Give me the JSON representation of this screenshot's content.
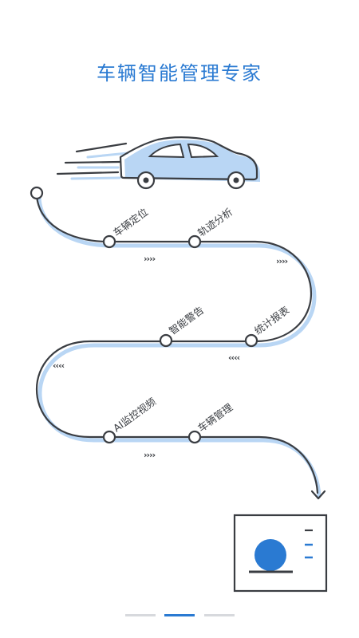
{
  "title": "车辆智能管理专家",
  "steps": [
    {
      "id": "vehicle-location",
      "label": "车辆定位"
    },
    {
      "id": "track-analysis",
      "label": "轨迹分析"
    },
    {
      "id": "statistics-report",
      "label": "统计报表"
    },
    {
      "id": "smart-alert",
      "label": "智能警告"
    },
    {
      "id": "ai-video-monitor",
      "label": "AI监控视频"
    },
    {
      "id": "vehicle-management",
      "label": "车辆管理"
    }
  ],
  "direction_markers": {
    "right": "››››",
    "left": "‹‹‹‹"
  },
  "colors": {
    "accent": "#2a7ad2",
    "line": "#3a3d42",
    "shadow": "#b9d6f4",
    "car_fill": "#b9d6f4"
  },
  "icons": [
    "car-icon",
    "destination-screen-icon",
    "down-arrow-icon"
  ],
  "pager": {
    "pages": 3,
    "active_index": 1
  }
}
